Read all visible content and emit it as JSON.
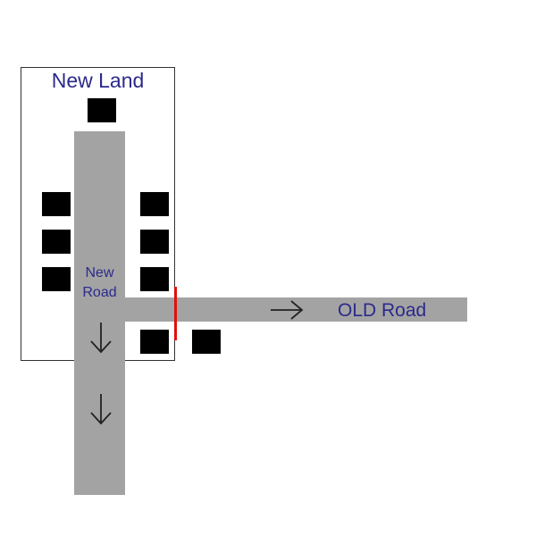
{
  "land": {
    "title": "New Land"
  },
  "roads": {
    "new_road_label": "New\nRoad",
    "old_road_label": "OLD Road"
  },
  "colors": {
    "road": "#a3a3a3",
    "label_text": "#2b2a8c",
    "barrier": "#e01010",
    "building": "#000000",
    "land_border": "#333333"
  },
  "icons": {
    "arrow_down": "arrow-down-icon",
    "arrow_right": "arrow-right-icon"
  }
}
